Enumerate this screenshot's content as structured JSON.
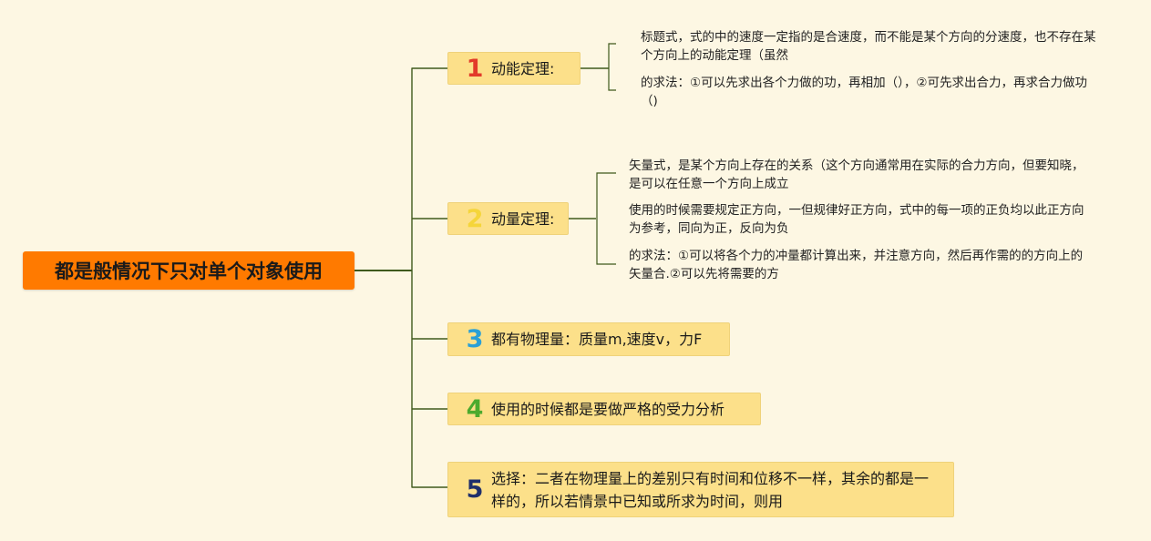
{
  "root": {
    "label": "都是般情况下只对单个对象使用"
  },
  "branches": [
    {
      "num": "1",
      "color": "#e23a2a",
      "label": "动能定理:",
      "leaves": [
        "标题式，式的中的速度一定指的是合速度，而不能是某个方向的分速度，也不存在某个方向上的动能定理（虽然",
        "的求法：①可以先求出各个力做的功，再相加（），②可先求出合力，再求合力做功（)"
      ]
    },
    {
      "num": "2",
      "color": "#f5d53a",
      "label": "动量定理:",
      "leaves": [
        "矢量式，是某个方向上存在的关系（这个方向通常用在实际的合力方向，但要知晓，是可以在任意一个方向上成立",
        "使用的时候需要规定正方向，一但规律好正方向，式中的每一项的正负均以此正方向为参考，同向为正，反向为负",
        "的求法：①可以将各个力的冲量都计算出来，并注意方向，然后再作需的的方向上的矢量合.②可以先将需要的方"
      ]
    },
    {
      "num": "3",
      "color": "#2a9fd6",
      "label": "都有物理量：质量m,速度v，力F",
      "leaves": []
    },
    {
      "num": "4",
      "color": "#4caa2e",
      "label": "使用的时候都是要做严格的受力分析",
      "leaves": []
    },
    {
      "num": "5",
      "color": "#1f2f6b",
      "label": "选择：二者在物理量上的差别只有时间和位移不一样，其余的都是一样的，所以若情景中已知或所求为时间，则用",
      "leaves": []
    }
  ],
  "colors": {
    "line": "#3f5a1c",
    "root_bg": "#ff7a00",
    "branch_bg": "#fce08a",
    "background": "#fdf7e3"
  }
}
